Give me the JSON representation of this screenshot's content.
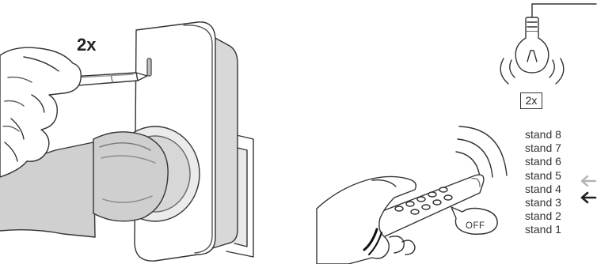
{
  "plug_step": {
    "press_label": "2x"
  },
  "lamp_step": {
    "press_label": "2x"
  },
  "remote_step": {
    "button_label": "OFF",
    "stand_list": [
      "stand 8",
      "stand 7",
      "stand 6",
      "stand 5",
      "stand 4",
      "stand 3",
      "stand 2",
      "stand 1"
    ],
    "light_arrow_level": "stand 5",
    "dark_arrow_level": "stand 4"
  },
  "colors": {
    "line": "#333333",
    "light_arrow": "#b3b3b3",
    "dark_arrow": "#222222",
    "plug_face": "#ffffff",
    "plug_socket": "#e6e6e6"
  }
}
